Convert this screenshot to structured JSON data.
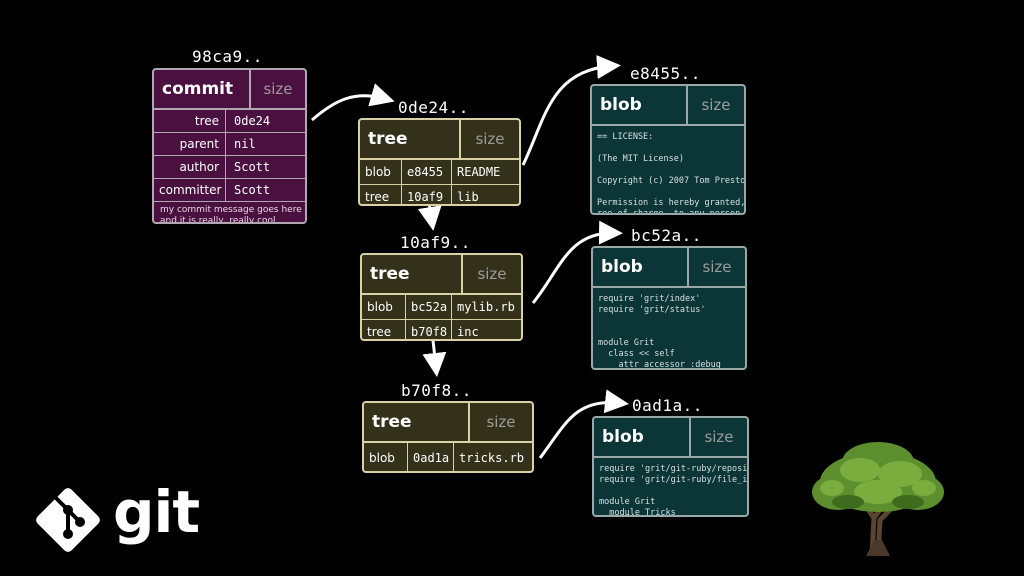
{
  "commit": {
    "hash": "98ca9..",
    "type": "commit",
    "size": "size",
    "rows": [
      {
        "key": "tree",
        "value": "0de24"
      },
      {
        "key": "parent",
        "value": "nil"
      },
      {
        "key": "author",
        "value": "Scott"
      },
      {
        "key": "committer",
        "value": "Scott"
      }
    ],
    "message": "my commit message goes here\nand it is really, really cool"
  },
  "trees": [
    {
      "hash": "0de24..",
      "type": "tree",
      "size": "size",
      "entries": [
        {
          "kind": "blob",
          "sha": "e8455",
          "name": "README"
        },
        {
          "kind": "tree",
          "sha": "10af9",
          "name": "lib"
        }
      ]
    },
    {
      "hash": "10af9..",
      "type": "tree",
      "size": "size",
      "entries": [
        {
          "kind": "blob",
          "sha": "bc52a",
          "name": "mylib.rb"
        },
        {
          "kind": "tree",
          "sha": "b70f8",
          "name": "inc"
        }
      ]
    },
    {
      "hash": "b70f8..",
      "type": "tree",
      "size": "size",
      "entries": [
        {
          "kind": "blob",
          "sha": "0ad1a",
          "name": "tricks.rb"
        }
      ]
    }
  ],
  "blobs": [
    {
      "hash": "e8455..",
      "type": "blob",
      "size": "size",
      "content": "== LICENSE:\n\n(The MIT License)\n\nCopyright (c) 2007 Tom Preston-\n\nPermission is hereby granted, f\nree of charge, to any person ob"
    },
    {
      "hash": "bc52a..",
      "type": "blob",
      "size": "size",
      "content": "require 'grit/index'\nrequire 'grit/status'\n\n\nmodule Grit\n  class << self\n    attr_accessor :debug"
    },
    {
      "hash": "0ad1a..",
      "type": "blob",
      "size": "size",
      "content": "require 'grit/git-ruby/reposi\nrequire 'grit/git-ruby/file_i\n\nmodule Grit\n  module Tricks"
    }
  ],
  "logo": {
    "word": "git",
    "icon": "git-logo-icon",
    "color": "#ffffff"
  },
  "decor": {
    "icon": "tree-illustration-icon"
  },
  "colors": {
    "commit": "#4a1040",
    "tree": "#33311a",
    "blob": "#0b3537",
    "background": "#000000"
  }
}
